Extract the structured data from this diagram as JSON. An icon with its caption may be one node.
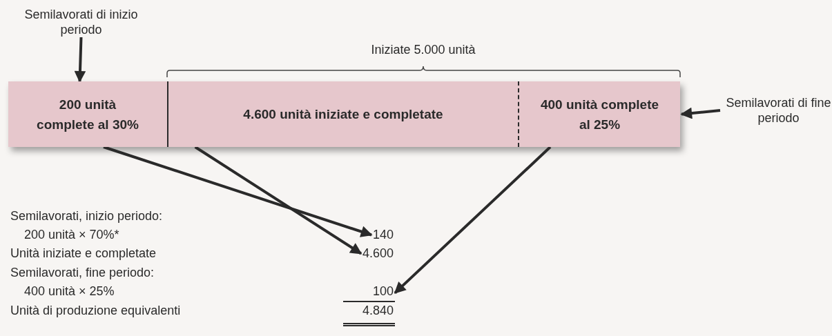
{
  "diagram": {
    "nodes": [
      {
        "text": [
          "Semilavorati di inizio periodo"
        ]
      },
      {
        "text": [
          "200 unità complete al 30%"
        ]
      },
      {
        "text": [
          "4.600 unità iniziate e completate"
        ]
      },
      {
        "text": [
          "400 unità complete al 25%"
        ]
      },
      {
        "text": [
          "Semilavorati di fine periodo"
        ]
      },
      {
        "text": [
          "140"
        ]
      },
      {
        "text": [
          "4.600"
        ]
      },
      {
        "text": [
          "100"
        ]
      }
    ],
    "edges": [
      {
        "from": 0,
        "to": 1,
        "arrow": "to"
      },
      {
        "from": 4,
        "to": 3,
        "arrow": "to"
      },
      {
        "from": 1,
        "to": 5,
        "arrow": "to"
      },
      {
        "from": 2,
        "to": 6,
        "arrow": "to"
      },
      {
        "from": 3,
        "to": 7,
        "arrow": "to"
      }
    ],
    "labels": [
      "Iniziate 5.000 unità",
      "Semilavorati, inizio periodo:",
      "200 unità × 70%*",
      "Unità iniziate e completate",
      "Semilavorati, fine periodo:",
      "400 unità × 25%",
      "Unità di produzione equivalenti",
      "4.840"
    ]
  }
}
